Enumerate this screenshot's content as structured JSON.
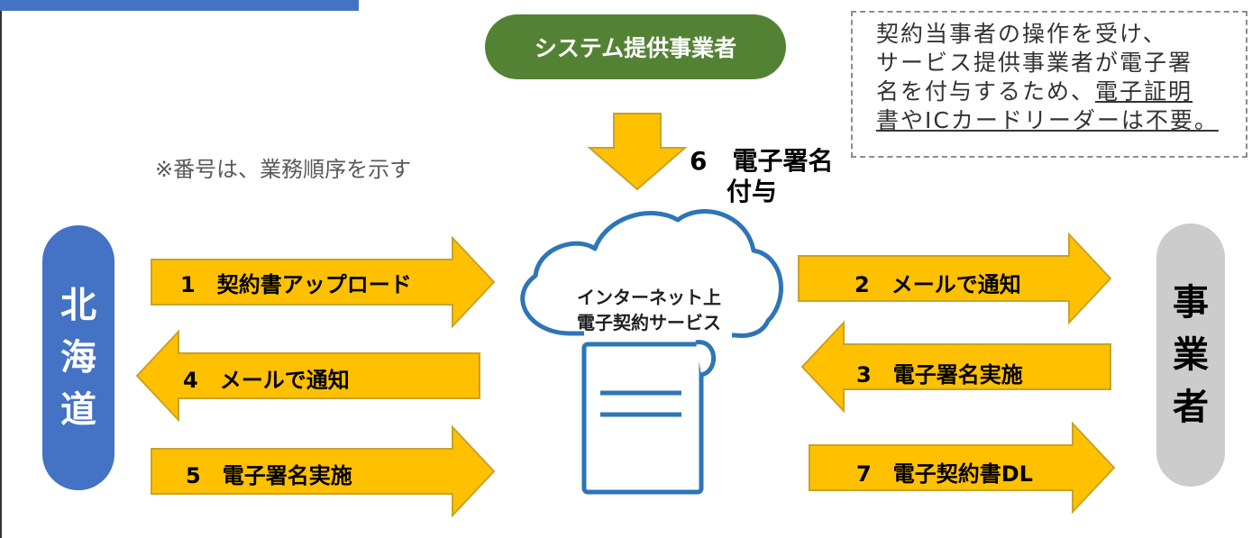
{
  "provider": {
    "label": "システム提供事業者"
  },
  "note": {
    "line1": "契約当事者の操作を受け、",
    "line2": "サービス提供事業者が電子署",
    "line3_plain": "名を付与するため、",
    "line3_under": "電子証明",
    "line4": "書やICカードリーダーは不要。"
  },
  "caption": "※番号は、業務順序を示す",
  "step6": {
    "line1": "6　電子署名",
    "line2": "付与"
  },
  "hokkaido": {
    "chars": [
      "北",
      "海",
      "道"
    ]
  },
  "jigyosha": {
    "chars": [
      "事",
      "業",
      "者"
    ]
  },
  "cloud": {
    "line1": "インターネット上",
    "line2": "電子契約サービス"
  },
  "arrows": {
    "a1": "1　契約書アップロード",
    "a4": "4　メールで通知",
    "a5": "5　電子署名実施",
    "a2": "2　メールで通知",
    "a3": "3　電子署名実施",
    "a7": "7　電子契約書DL"
  },
  "colors": {
    "arrow_fill": "#ffc000",
    "arrow_stroke": "#c9a227",
    "cloud_stroke": "#2e75b6"
  }
}
